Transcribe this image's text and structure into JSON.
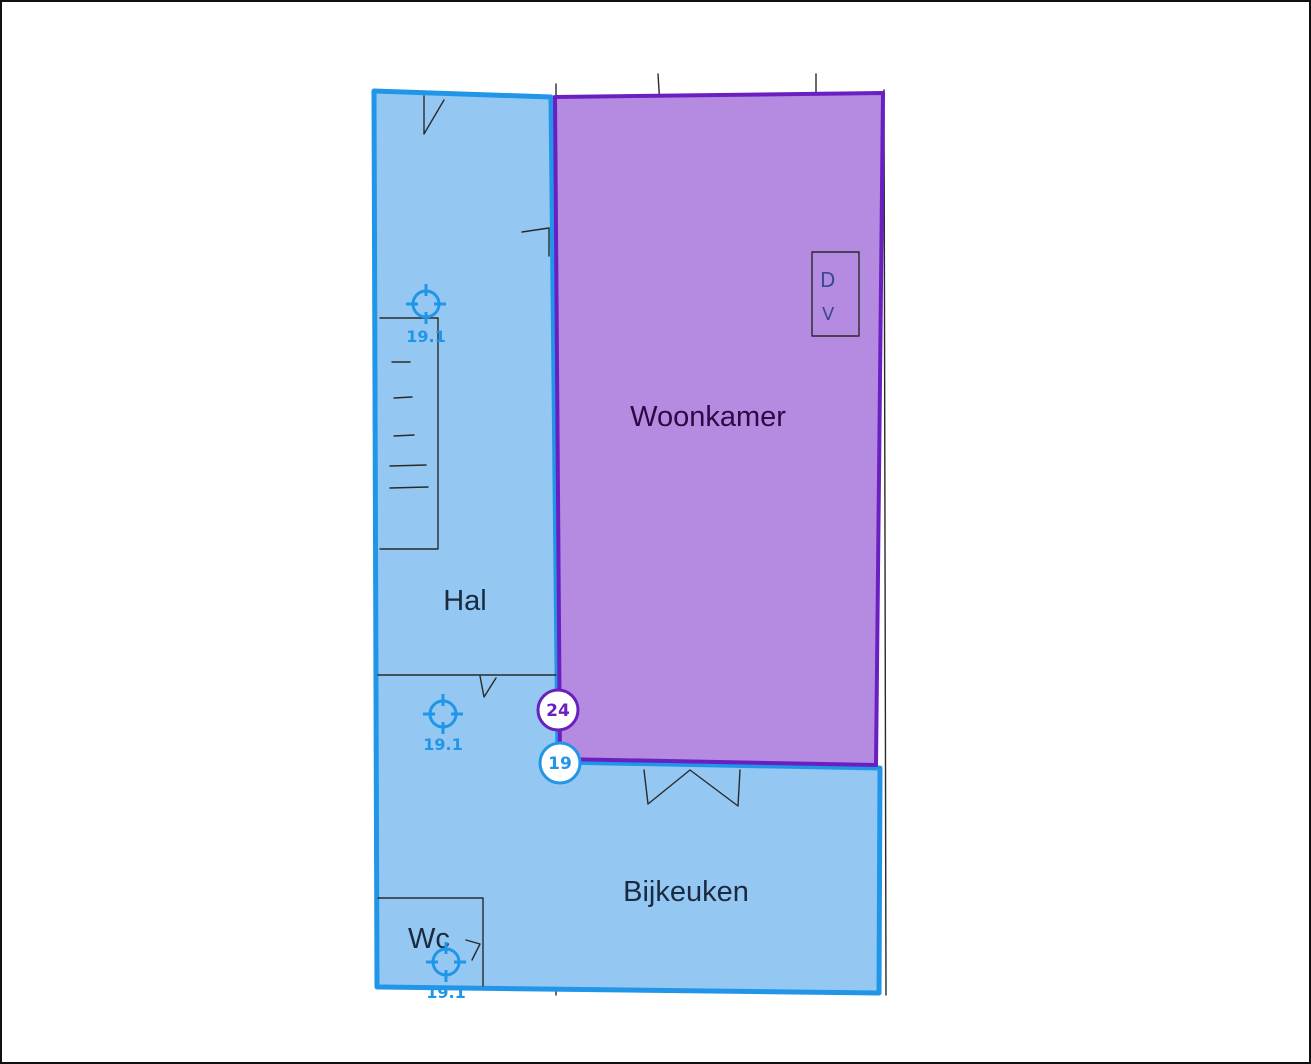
{
  "colors": {
    "hal_fill": "#94c8f2",
    "hal_stroke": "#2196e8",
    "woonkamer_fill": "#b48be0",
    "woonkamer_stroke": "#6a1fc0",
    "room_text": "#1a2a40",
    "woonkamer_text": "#2a0a45",
    "sensor_color": "#2196e8",
    "badge_purple": "#6a1fc0",
    "badge_blue": "#2196e8"
  },
  "rooms": {
    "hal": {
      "label": "Hal"
    },
    "woonkamer": {
      "label": "Woonkamer"
    },
    "bijkeuken": {
      "label": "Bijkeuken"
    },
    "wc": {
      "label": "Wc"
    }
  },
  "sensors": [
    {
      "value": "19.1",
      "icon": "target-crosshair-icon"
    },
    {
      "value": "19.1",
      "icon": "target-crosshair-icon"
    },
    {
      "value": "19.1",
      "icon": "target-crosshair-icon"
    }
  ],
  "badges": {
    "woonkamer_temp": "24",
    "hal_temp": "19"
  },
  "sketch_marks": {
    "radiator_letters": [
      "D",
      "V"
    ]
  }
}
